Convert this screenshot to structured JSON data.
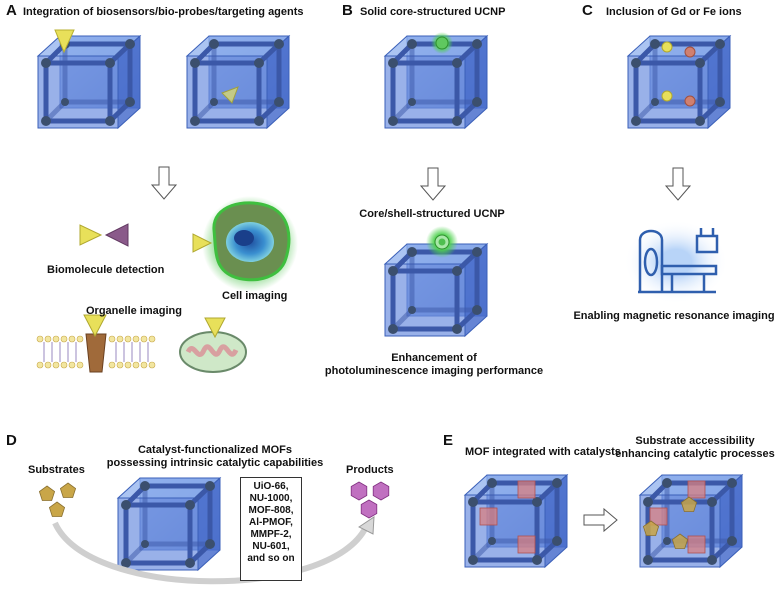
{
  "panels": {
    "A": {
      "letter": "A",
      "title": "Integration of biosensors/bio-probes/targeting agents",
      "biomolecule": "Biomolecule detection",
      "cell": "Cell imaging",
      "organelle": "Organelle imaging"
    },
    "B": {
      "letter": "B",
      "title": "Solid core-structured UCNP",
      "core_shell": "Core/shell-structured UCNP",
      "enh_line1": "Enhancement of",
      "enh_line2": "photoluminescence imaging performance"
    },
    "C": {
      "letter": "C",
      "title": "Inclusion of Gd or Fe ions",
      "mri": "Enabling magnetic resonance imaging"
    },
    "D": {
      "letter": "D",
      "title_line1": "Catalyst-functionalized MOFs",
      "title_line2": "possessing intrinsic catalytic capabilities",
      "substrates": "Substrates",
      "products": "Products",
      "mofs": [
        "UiO-66,",
        "NU-1000,",
        "MOF-808,",
        "Al-PMOF,",
        "MMPF-2,",
        "NU-601,",
        "and so on"
      ]
    },
    "E": {
      "letter": "E",
      "title_left": "MOF integrated with catalysts",
      "title_right_line1": "Substrate accessibility",
      "title_right_line2": "enhancing catalytic processes"
    }
  },
  "colors": {
    "cube_fill": "#5b83d9",
    "cube_edge": "#3a5fb8",
    "node": "#3b4f6e",
    "probe_yellow": "#e8e05a",
    "probe_purple": "#8a5a8a",
    "glow_green": "#4fd14f",
    "catalyst_red": "#d98080",
    "substrate_gold": "#c9a648",
    "product_purple": "#c070c0",
    "mri_blue": "#2f5fae"
  },
  "icons": [
    "down-arrow-icon",
    "right-arrow-icon",
    "mri-scanner-icon",
    "cell-icon",
    "mitochondrion-icon",
    "membrane-icon"
  ]
}
